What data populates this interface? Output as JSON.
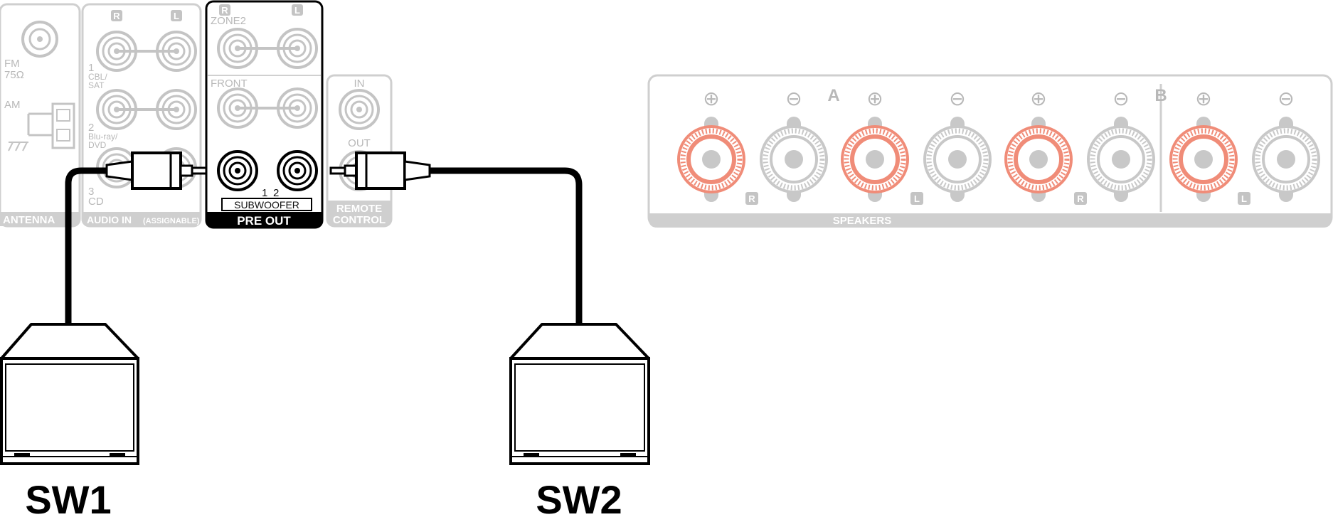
{
  "panel": {
    "antenna": {
      "fm": "FM",
      "ohm": "75Ω",
      "am": "AM",
      "title": "ANTENNA"
    },
    "audio_in": {
      "title": "AUDIO IN",
      "title_small": "(ASSIGNABLE)",
      "r": "R",
      "l": "L",
      "in1_num": "1",
      "in1_a": "CBL/",
      "in1_b": "SAT",
      "in2_num": "2",
      "in2_a": "Blu-ray/",
      "in2_b": "DVD",
      "in3_num": "3",
      "in3_a": "CD"
    },
    "pre_out": {
      "title": "PRE OUT",
      "r": "R",
      "l": "L",
      "zone2": "ZONE2",
      "front": "FRONT",
      "num1": "1",
      "num2": "2",
      "subwoofer": "SUBWOOFER"
    },
    "remote": {
      "in": "IN",
      "out": "OUT",
      "title_a": "REMOTE",
      "title_b": "CONTROL"
    },
    "speakers": {
      "title": "SPEAKERS",
      "group_a": "A",
      "group_b": "B",
      "plus": "⊕",
      "minus": "⊖",
      "badges": [
        "R",
        "L",
        "R",
        "L"
      ]
    }
  },
  "subwoofers": {
    "sw1": "SW1",
    "sw2": "SW2"
  },
  "colors": {
    "panel_gray": "#c8c8c8",
    "terminal_red": "#f08c78",
    "black": "#000000"
  }
}
